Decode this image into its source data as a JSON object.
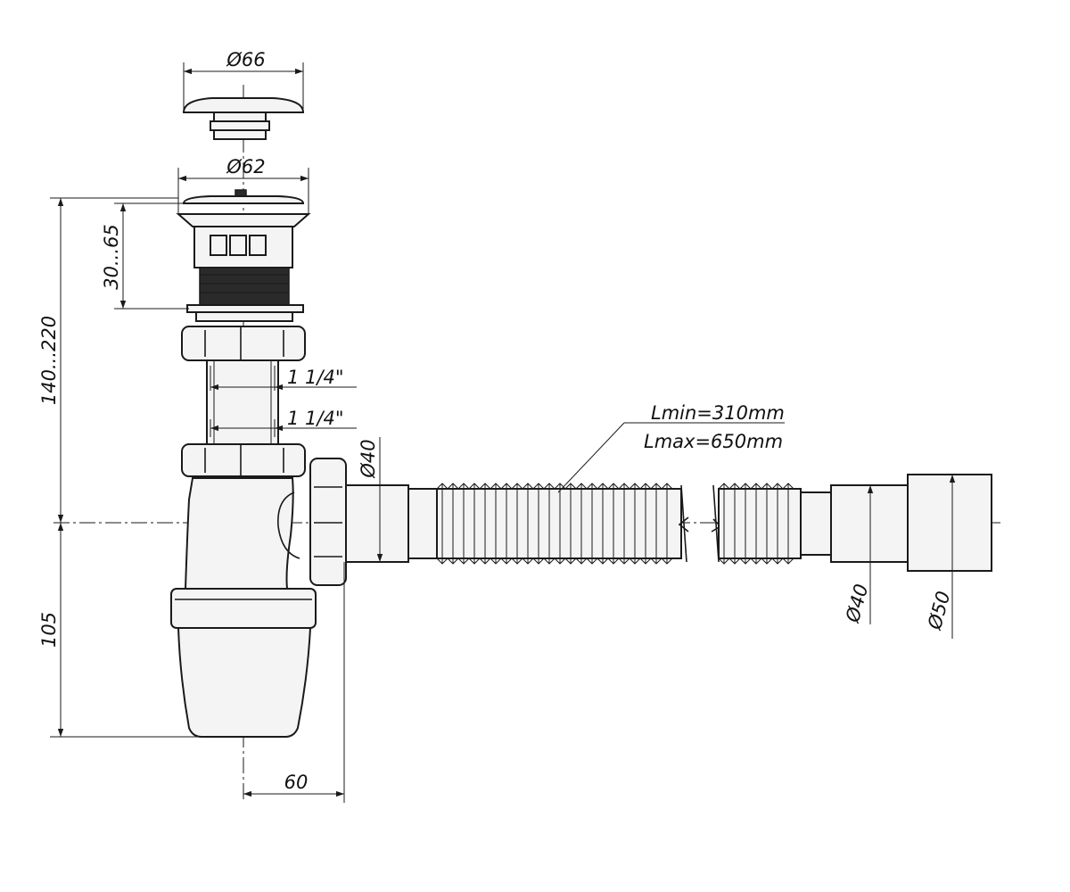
{
  "dimensions": {
    "cap_diameter": "Ø66",
    "flange_diameter": "Ø62",
    "plug_height": "30...65",
    "total_height": "140...220",
    "upper_thread": "1 1/4\"",
    "lower_thread": "1 1/4\"",
    "outlet_diameter_top": "Ø40",
    "bottom_height": "105",
    "offset": "60",
    "hose_length_min": "Lmin=310mm",
    "hose_length_max": "Lmax=650mm",
    "end_inner_diameter": "Ø40",
    "end_outer_diameter": "Ø50"
  },
  "colors": {
    "line": "#1a1a1a",
    "background": "#ffffff"
  }
}
